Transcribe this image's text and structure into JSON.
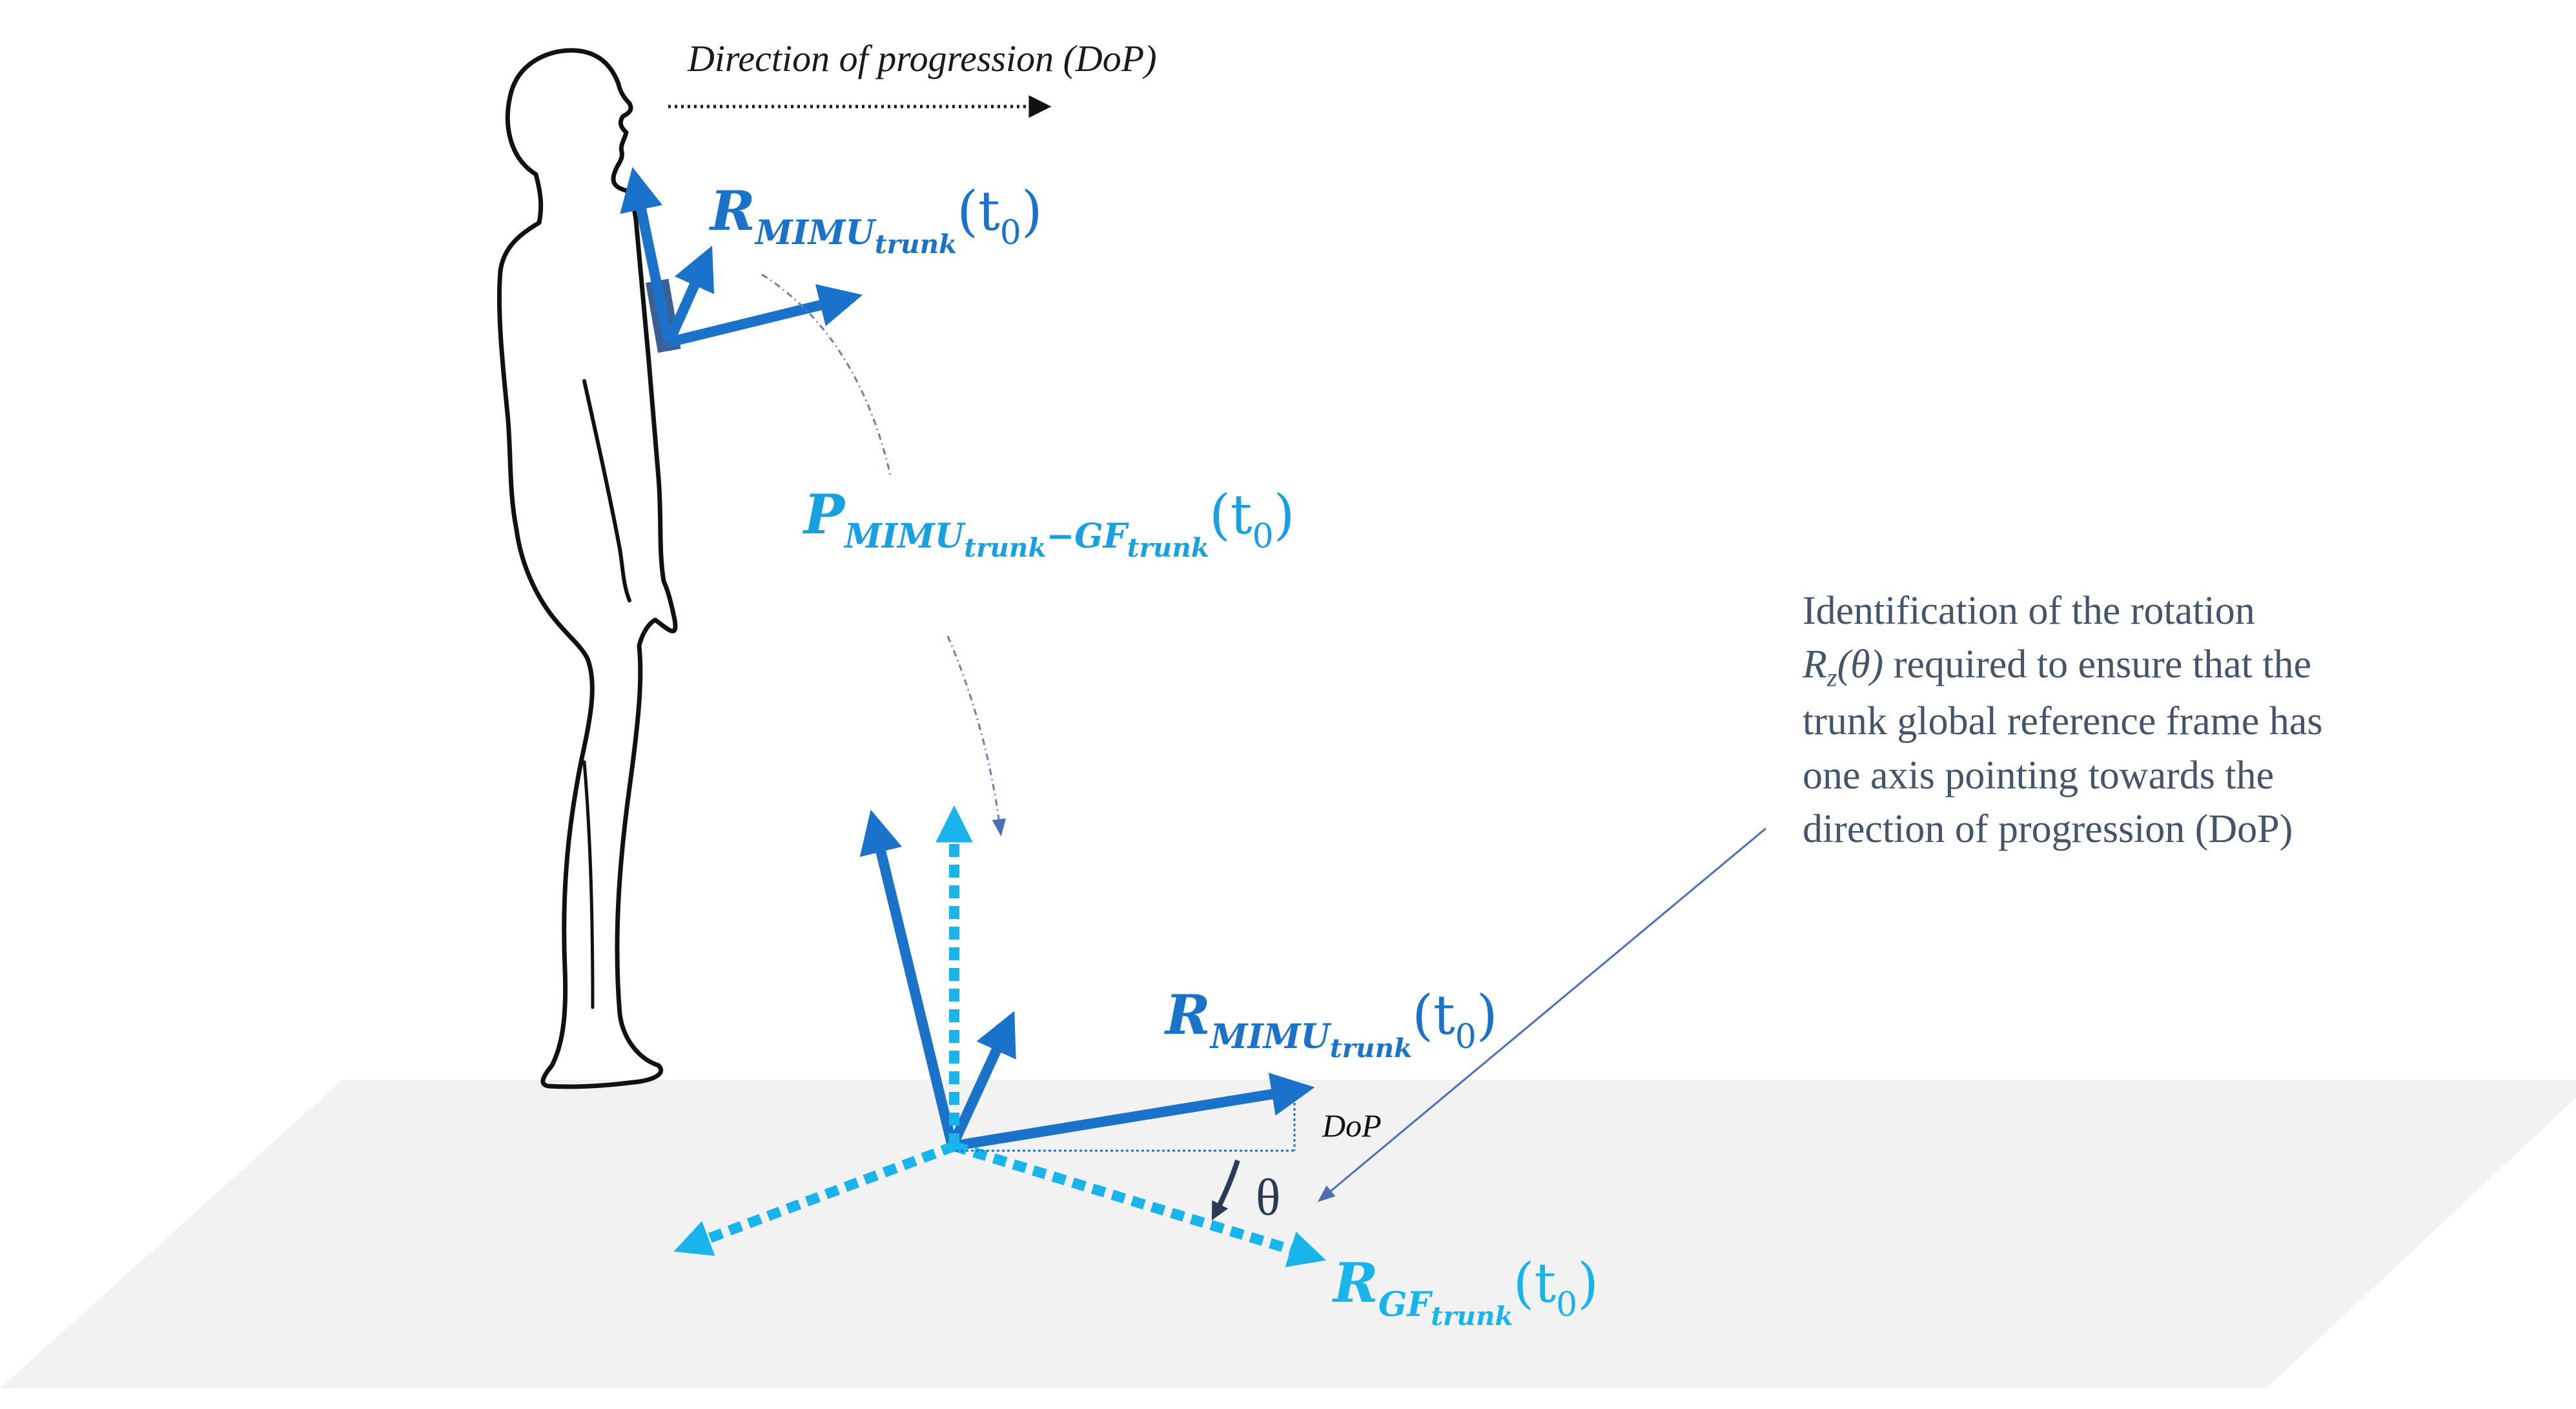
{
  "labels": {
    "direction_of_progression": "Direction of progression (DoP)",
    "r_mimu_trunk_top": {
      "main": "R",
      "sub": "MIMU",
      "subsub": "trunk",
      "arg": "(t",
      "arg_sub": "0",
      "arg_close": ")"
    },
    "p_mimu_gf": {
      "main": "P",
      "sub": "MIMU",
      "subsub": "trunk",
      "sub2": "−GF",
      "subsub2": "trunk",
      "arg": "(t",
      "arg_sub": "0",
      "arg_close": ")"
    },
    "r_mimu_trunk_bottom": {
      "main": "R",
      "sub": "MIMU",
      "subsub": "trunk",
      "arg": "(t",
      "arg_sub": "0",
      "arg_close": ")"
    },
    "r_gf_trunk": {
      "main": "R",
      "sub": "GF",
      "subsub": "trunk",
      "arg": "(t",
      "arg_sub": "0",
      "arg_close": ")"
    },
    "dop_short": "DoP",
    "theta": "θ"
  },
  "identification_text": {
    "line1": "Identification of the rotation",
    "line2_math": "R",
    "line2_sub": "z",
    "line2_arg": "(θ)",
    "line2_rest": " required to ensure that the",
    "line3": "trunk global reference frame has",
    "line4": "one axis pointing towards the",
    "line5": "direction of progression (DoP)"
  },
  "colors": {
    "mimu_blue": "#1a73c8",
    "gf_light_blue": "#19b4ec",
    "p_label_blue": "#19a0e0",
    "floor_gray": "#f2f2f2",
    "text_gray": "#44546a",
    "sensor_fill": "#3c5f96"
  }
}
